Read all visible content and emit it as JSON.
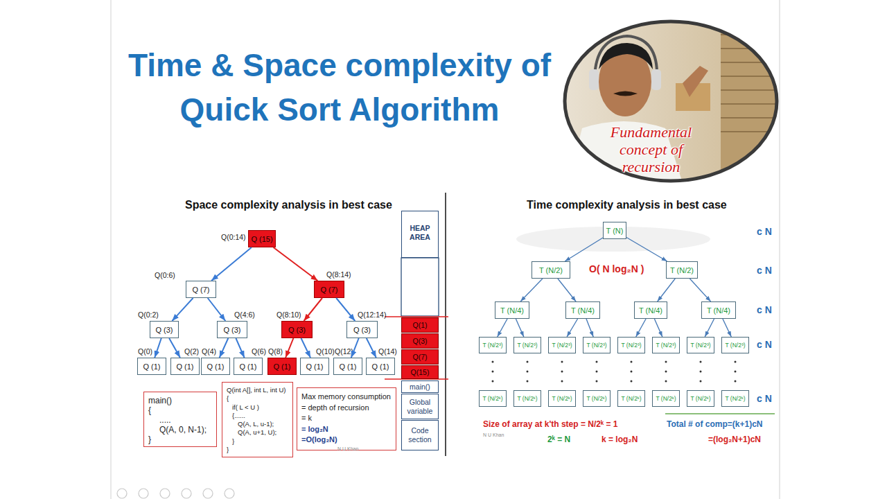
{
  "diagram": {
    "title": "Time & Space complexity of Quick Sort Algorithm",
    "nodes": [
      {
        "text": [
          "Fundamental concept of recursion"
        ]
      },
      {
        "text": [
          "Q(0:14)",
          "Q (15)"
        ]
      },
      {
        "text": [
          "Q(0:6)",
          "Q (7)"
        ]
      },
      {
        "text": [
          "Q(8:14)",
          "Q (7)"
        ]
      },
      {
        "text": [
          "Q(0:2)",
          "Q (3)"
        ]
      },
      {
        "text": [
          "Q(4:6)",
          "Q (3)"
        ]
      },
      {
        "text": [
          "Q(8:10)",
          "Q (3)"
        ]
      },
      {
        "text": [
          "Q(12:14)",
          "Q (3)"
        ]
      },
      {
        "text": [
          "Q(0)",
          "Q (1)"
        ]
      },
      {
        "text": [
          "Q(2)",
          "Q (1)"
        ]
      },
      {
        "text": [
          "Q(4)",
          "Q (1)"
        ]
      },
      {
        "text": [
          "Q(6)",
          "Q (1)"
        ]
      },
      {
        "text": [
          "Q(8)",
          "Q (1)"
        ]
      },
      {
        "text": [
          "Q(10)",
          "Q (1)"
        ]
      },
      {
        "text": [
          "Q(12)",
          "Q (1)"
        ]
      },
      {
        "text": [
          "Q(14)",
          "Q (1)"
        ]
      },
      {
        "text": [
          "HEAP AREA"
        ]
      },
      {
        "text": [
          "Q(1)"
        ]
      },
      {
        "text": [
          "Q(3)"
        ]
      },
      {
        "text": [
          "Q(7)"
        ]
      },
      {
        "text": [
          "Q(15)"
        ]
      },
      {
        "text": [
          "main()"
        ]
      },
      {
        "text": [
          "Global variable"
        ]
      },
      {
        "text": [
          "Code section"
        ]
      },
      {
        "text": [
          "main()",
          "{",
          ".....",
          "Q(A, 0, N-1);",
          "}"
        ]
      },
      {
        "text": [
          "Q(int A[], int L, int U)",
          "{",
          "if( L < U )",
          "{......",
          "Q(A, L, u-1);",
          "Q(A, u+1, U);",
          "}",
          "}"
        ]
      },
      {
        "text": [
          "Max memory consumption",
          "= depth of recursion",
          "= k",
          "= log₂N",
          "=O(log₂N)"
        ]
      },
      {
        "text": [
          "T (N)"
        ]
      },
      {
        "text": [
          "T (N/2)"
        ]
      },
      {
        "text": [
          "T (N/2)"
        ]
      },
      {
        "text": [
          "T (N/4)"
        ]
      },
      {
        "text": [
          "T (N/4)"
        ]
      },
      {
        "text": [
          "T (N/4)"
        ]
      },
      {
        "text": [
          "T (N/4)"
        ]
      },
      {
        "text": [
          "T (N/2³)"
        ]
      },
      {
        "text": [
          "T (N/2³)"
        ]
      },
      {
        "text": [
          "T (N/2³)"
        ]
      },
      {
        "text": [
          "T (N/2³)"
        ]
      },
      {
        "text": [
          "T (N/2³)"
        ]
      },
      {
        "text": [
          "T (N/2³)"
        ]
      },
      {
        "text": [
          "T (N/2³)"
        ]
      },
      {
        "text": [
          "T (N/2³)"
        ]
      },
      {
        "text": [
          "T (N/2ᵏ)"
        ]
      },
      {
        "text": [
          "T (N/2ᵏ)"
        ]
      },
      {
        "text": [
          "T (N/2ᵏ)"
        ]
      },
      {
        "text": [
          "T (N/2ᵏ)"
        ]
      },
      {
        "text": [
          "T (N/2ᵏ)"
        ]
      },
      {
        "text": [
          "T (N/2ᵏ)"
        ]
      },
      {
        "text": [
          "T (N/2ᵏ)"
        ]
      },
      {
        "text": [
          "T (N/2ᵏ)"
        ]
      }
    ],
    "edges": [
      {
        "from": 1,
        "to": 2,
        "arrow": "to"
      },
      {
        "from": 1,
        "to": 3,
        "arrow": "to"
      },
      {
        "from": 2,
        "to": 4,
        "arrow": "to"
      },
      {
        "from": 2,
        "to": 5,
        "arrow": "to"
      },
      {
        "from": 3,
        "to": 6,
        "arrow": "to"
      },
      {
        "from": 3,
        "to": 7,
        "arrow": "to"
      },
      {
        "from": 4,
        "to": 8,
        "arrow": "to"
      },
      {
        "from": 4,
        "to": 9,
        "arrow": "to"
      },
      {
        "from": 5,
        "to": 10,
        "arrow": "to"
      },
      {
        "from": 5,
        "to": 11,
        "arrow": "to"
      },
      {
        "from": 6,
        "to": 12,
        "arrow": "to"
      },
      {
        "from": 6,
        "to": 13,
        "arrow": "to"
      },
      {
        "from": 7,
        "to": 14,
        "arrow": "to"
      },
      {
        "from": 7,
        "to": 15,
        "arrow": "to"
      },
      {
        "from": 27,
        "to": 28,
        "arrow": "to"
      },
      {
        "from": 27,
        "to": 29,
        "arrow": "to"
      },
      {
        "from": 28,
        "to": 30,
        "arrow": "to"
      },
      {
        "from": 28,
        "to": 31,
        "arrow": "to"
      },
      {
        "from": 29,
        "to": 32,
        "arrow": "to"
      },
      {
        "from": 29,
        "to": 33,
        "arrow": "to"
      },
      {
        "from": 30,
        "to": 34,
        "arrow": "to"
      },
      {
        "from": 30,
        "to": 35,
        "arrow": "to"
      },
      {
        "from": 31,
        "to": 36,
        "arrow": "to"
      },
      {
        "from": 31,
        "to": 37,
        "arrow": "to"
      },
      {
        "from": 32,
        "to": 38,
        "arrow": "to"
      },
      {
        "from": 32,
        "to": 39,
        "arrow": "to"
      },
      {
        "from": 33,
        "to": 40,
        "arrow": "to"
      },
      {
        "from": 33,
        "to": 41,
        "arrow": "to"
      }
    ],
    "labels": [
      "Space complexity analysis in best case",
      "Time complexity analysis in best case",
      "O( N log₂N )",
      "c N",
      "c N",
      "c N",
      "c N",
      "c N",
      "Size of array at k'th step = N/2ᵏ = 1",
      "2ᵏ = N",
      "k = log₂N",
      "Total # of comp=(k+1)cN",
      "=(log₂N+1)cN",
      "N U Khan",
      "N U Khan"
    ]
  }
}
